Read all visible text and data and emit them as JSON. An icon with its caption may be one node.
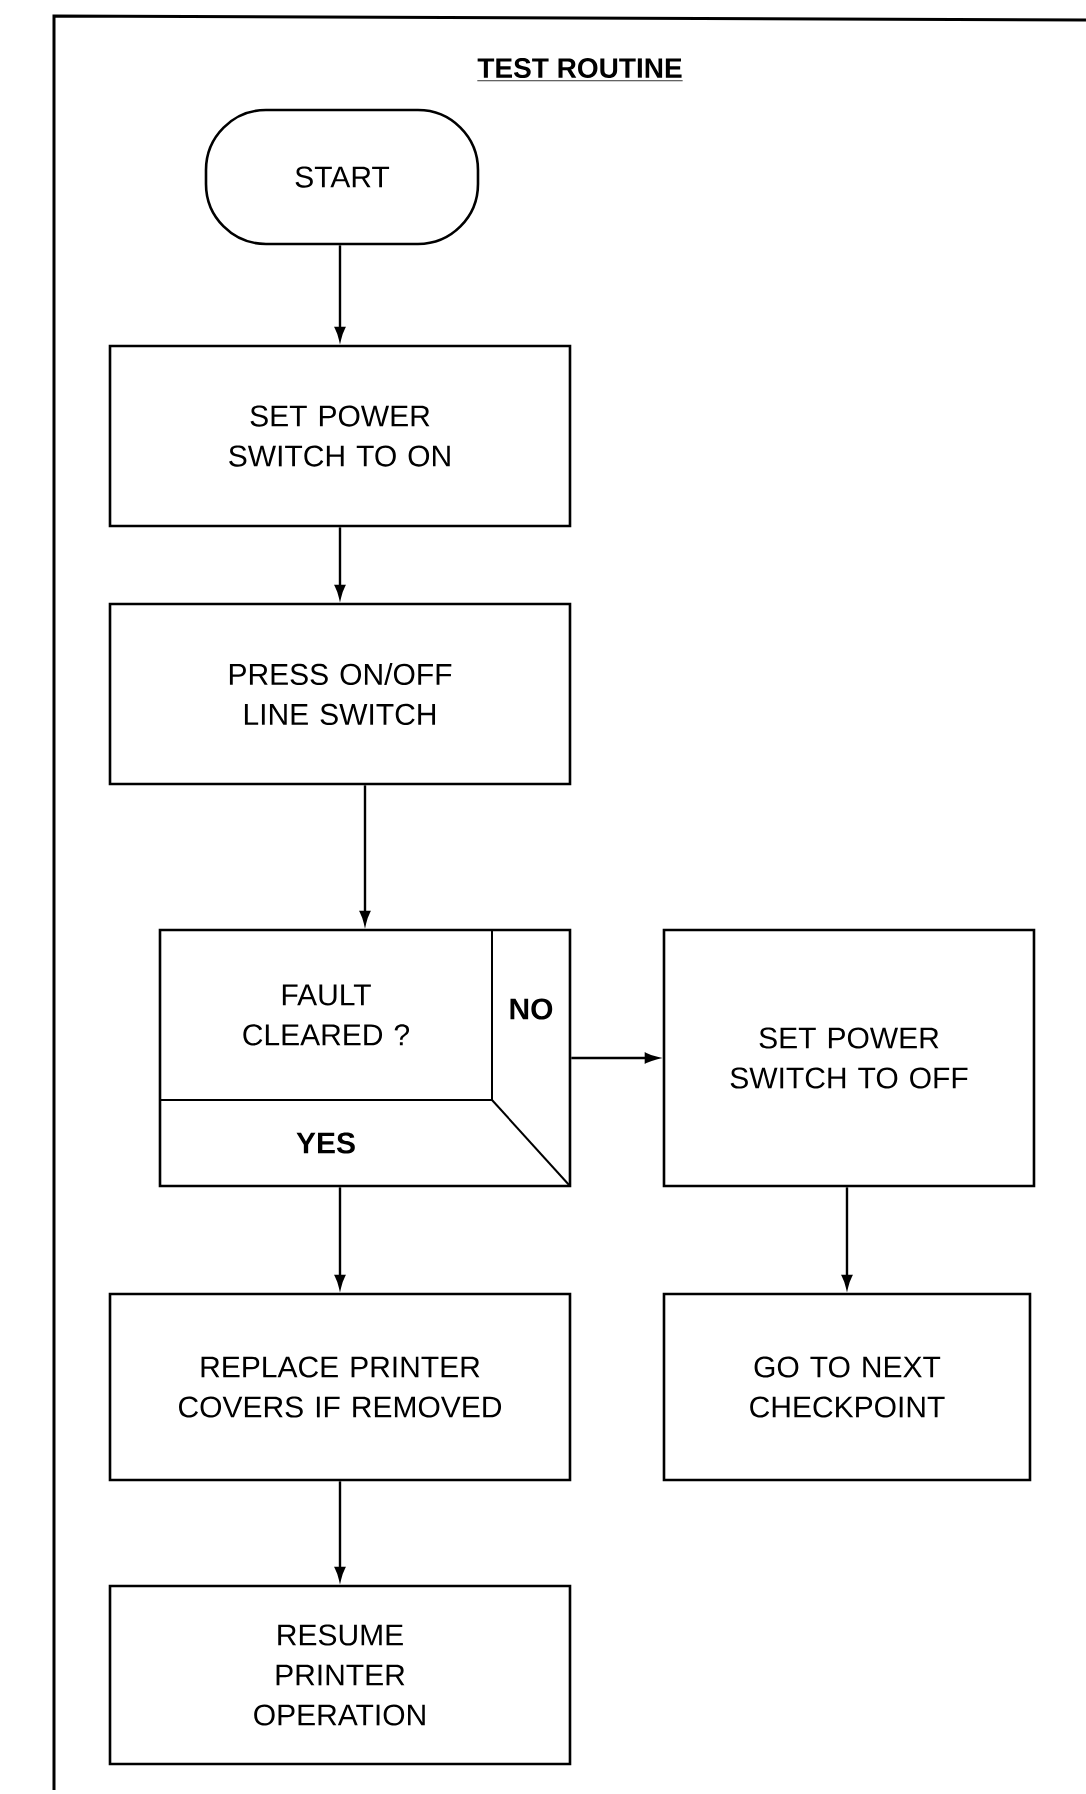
{
  "diagram": {
    "title": "TEST ROUTINE",
    "nodes": [
      {
        "text": [
          "START"
        ]
      },
      {
        "text": [
          "SET POWER SWITCH TO ON"
        ]
      },
      {
        "text": [
          "PRESS ON/OFF LINE SWITCH"
        ]
      },
      {
        "text": [
          "FAULT CLEARED ?",
          "NO",
          "YES"
        ]
      },
      {
        "text": [
          "SET POWER SWITCH TO OFF"
        ]
      },
      {
        "text": [
          "GO TO NEXT CHECKPOINT"
        ]
      },
      {
        "text": [
          "REPLACE PRINTER COVERS IF REMOVED"
        ]
      },
      {
        "text": [
          "RESUME PRINTER OPERATION"
        ]
      }
    ],
    "edges": [
      {
        "from": 0,
        "to": 1,
        "arrow": "to"
      },
      {
        "from": 1,
        "to": 2,
        "arrow": "to"
      },
      {
        "from": 2,
        "to": 3,
        "arrow": "to"
      },
      {
        "from": 3,
        "to": 4,
        "arrow": "to"
      },
      {
        "from": 3,
        "to": 6,
        "arrow": "to"
      },
      {
        "from": 4,
        "to": 5,
        "arrow": "to"
      },
      {
        "from": 6,
        "to": 7,
        "arrow": "to"
      }
    ]
  }
}
